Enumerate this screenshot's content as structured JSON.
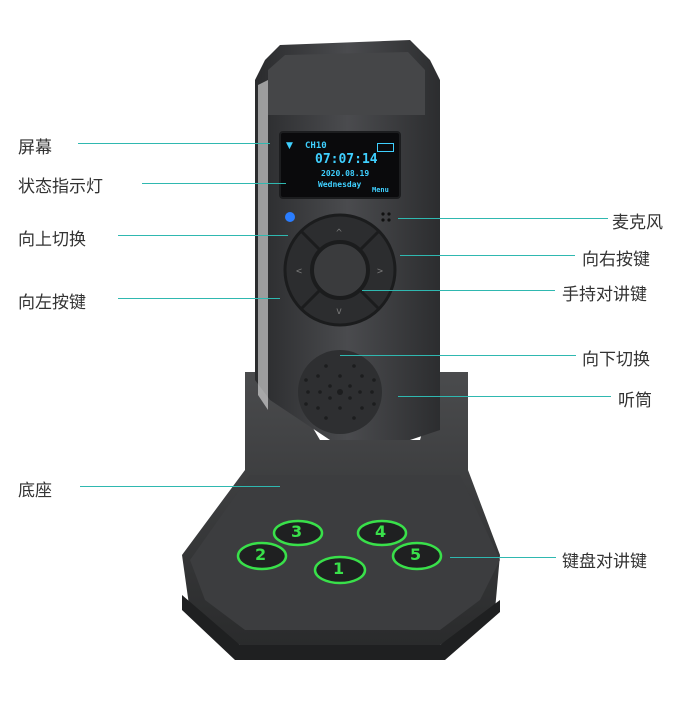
{
  "labels": {
    "screen": "屏幕",
    "status_light": "状态指示灯",
    "up_switch": "向上切换",
    "left_key": "向左按键",
    "base": "底座",
    "microphone": "麦克风",
    "right_key": "向右按键",
    "handheld_talk_key": "手持对讲键",
    "down_switch": "向下切换",
    "earpiece": "听筒",
    "keypad_talk_key": "键盘对讲键"
  },
  "display": {
    "channel": "CH10",
    "time": "07:07:14",
    "date": "2020.08.19",
    "weekday": "Wednesday",
    "menu": "Menu"
  },
  "keypad": [
    "1",
    "2",
    "3",
    "4",
    "5"
  ],
  "colors": {
    "leader": "#2fb8b0",
    "device_body": "#3a3b3d",
    "display_text": "#3fd0ff",
    "key_glow": "#39e04a",
    "status_led": "#2a7dff"
  }
}
